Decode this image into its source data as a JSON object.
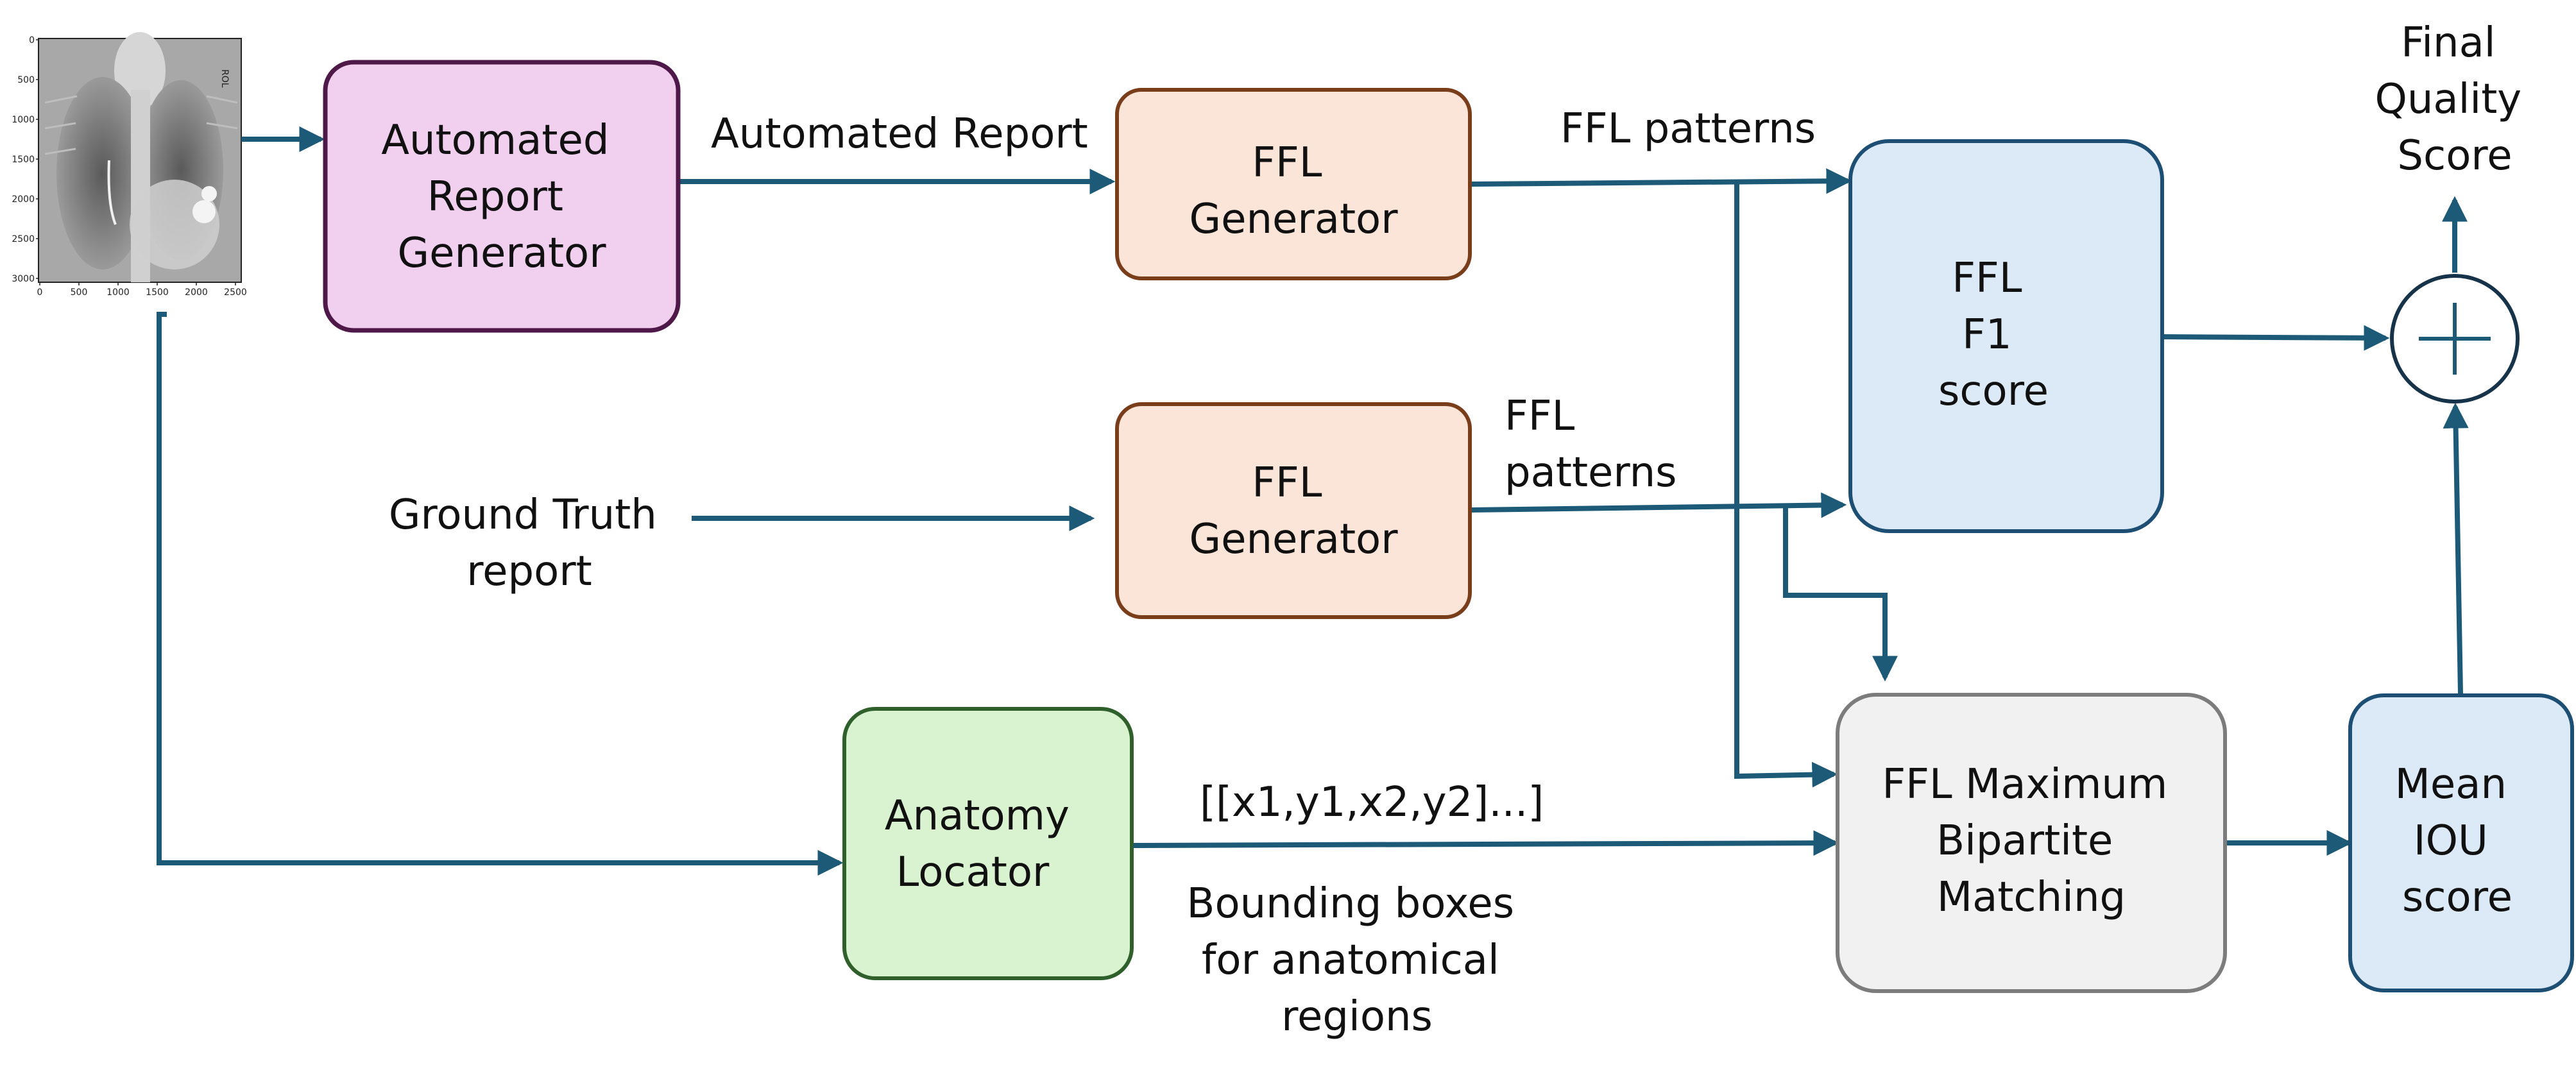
{
  "colors": {
    "arrow": "#1c5a78",
    "report_gen_fill": "#f1d0ef",
    "report_gen_stroke": "#4e1848",
    "ffl_gen_fill": "#fbe4d8",
    "ffl_gen_stroke": "#7a3d1a",
    "score_fill": "#dce9f6",
    "score_stroke": "#1c4f73",
    "locator_fill": "#d9f2d0",
    "locator_stroke": "#2f5f2a",
    "matching_fill": "#f1f1f1",
    "matching_stroke": "#7c7c7c"
  },
  "xray": {
    "y_ticks": [
      "0",
      "500",
      "1000",
      "1500",
      "2000",
      "2500",
      "3000"
    ],
    "x_ticks": [
      "0",
      "500",
      "1000",
      "1500",
      "2000",
      "2500"
    ]
  },
  "boxes": {
    "report_generator": [
      "Automated",
      "Report",
      "Generator"
    ],
    "ffl_generator_top": [
      "FFL",
      "Generator"
    ],
    "ffl_generator_bottom": [
      "FFL",
      "Generator"
    ],
    "f1_score": [
      "FFL",
      "F1",
      "score"
    ],
    "anatomy_locator": [
      "Anatomy",
      "Locator"
    ],
    "bipartite_matching": [
      "FFL Maximum",
      "Bipartite",
      "Matching"
    ],
    "iou_score": [
      "Mean",
      "IOU",
      "score"
    ]
  },
  "labels": {
    "automated_report": "Automated Report",
    "ffl_patterns_top": "FFL patterns",
    "ffl_patterns_bottom": [
      "FFL",
      "patterns"
    ],
    "ground_truth": [
      "Ground Truth",
      "report"
    ],
    "bbox_format": "[[x1,y1,x2,y2]...]",
    "bbox_desc": [
      "Bounding boxes",
      "for anatomical",
      "regions"
    ],
    "final_score": [
      "Final",
      "Quality",
      "Score"
    ]
  },
  "sum_node": {
    "icon": "plus-icon"
  }
}
